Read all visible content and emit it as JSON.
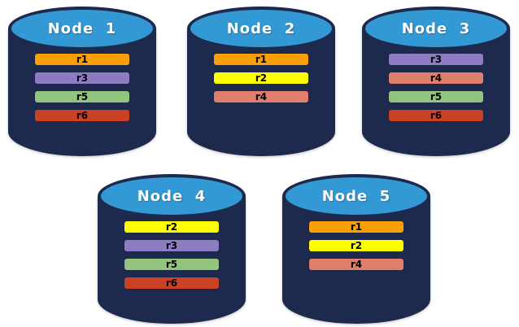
{
  "colors": {
    "cylinder_body": "#1D2A4D",
    "cylinder_top": "#3399D4",
    "title_text": "#FFFFFF",
    "bar_text": "#000000",
    "replicas": {
      "r1": "#F9A008",
      "r2": "#FFFF00",
      "r3": "#8E7CC3",
      "r4": "#DF7E6B",
      "r5": "#93C47D",
      "r6": "#CB4125"
    }
  },
  "nodes": [
    {
      "label": "Node  1",
      "replicas": [
        "r1",
        "r3",
        "r5",
        "r6"
      ]
    },
    {
      "label": "Node  2",
      "replicas": [
        "r1",
        "r2",
        "r4"
      ]
    },
    {
      "label": "Node  3",
      "replicas": [
        "r3",
        "r4",
        "r5",
        "r6"
      ]
    },
    {
      "label": "Node  4",
      "replicas": [
        "r2",
        "r3",
        "r5",
        "r6"
      ]
    },
    {
      "label": "Node  5",
      "replicas": [
        "r1",
        "r2",
        "r4"
      ]
    }
  ]
}
